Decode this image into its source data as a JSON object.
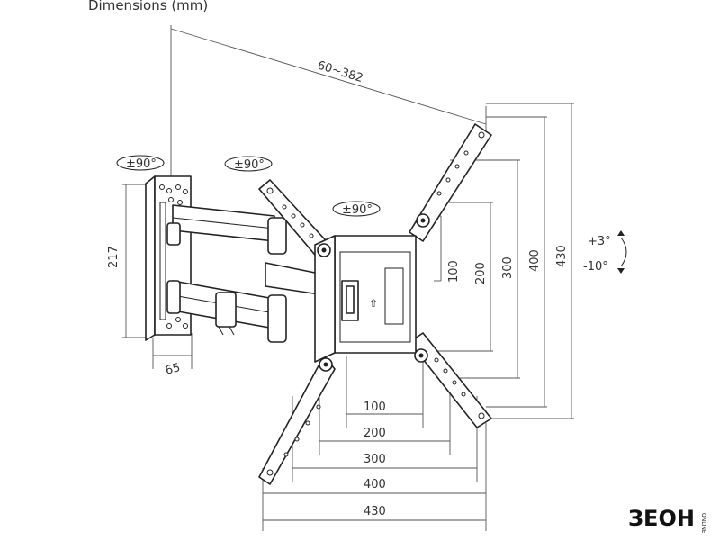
{
  "title": "Dimensions (mm)",
  "dimensions": {
    "arm_extension": "60~382",
    "wall_plate_height": "217",
    "wall_plate_depth": "65",
    "horizontal": [
      "100",
      "200",
      "300",
      "400",
      "430"
    ],
    "vertical": [
      "100",
      "200",
      "300",
      "400",
      "430"
    ]
  },
  "rotation": {
    "wall_swivel": "±90°",
    "arm_swivel": "±90°",
    "plate_rotation": "±90°"
  },
  "tilt": {
    "up": "+3°",
    "down": "-10°"
  },
  "brand": {
    "logo": "ЗЕОН",
    "tag": "ONLINE"
  }
}
